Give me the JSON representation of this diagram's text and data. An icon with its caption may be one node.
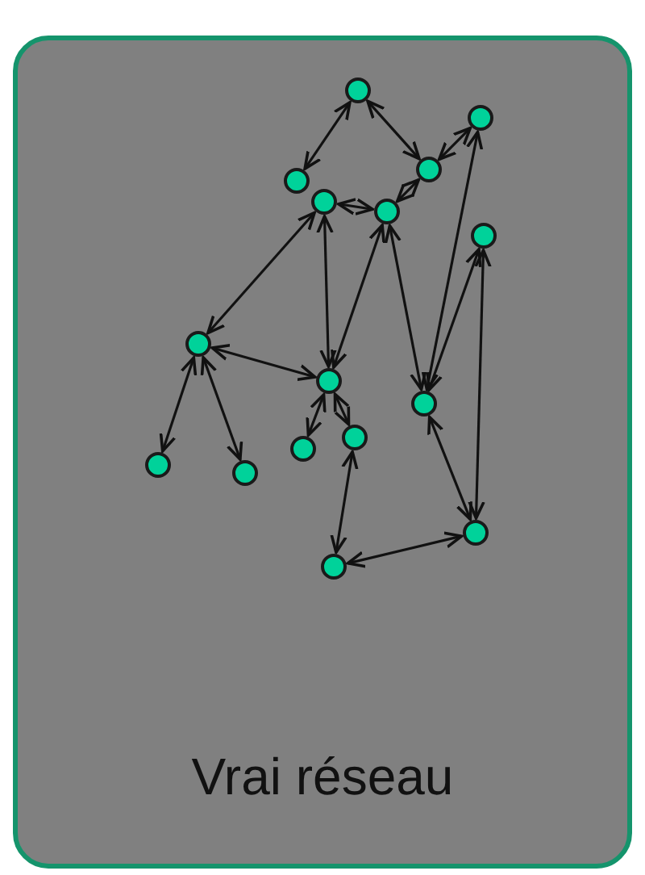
{
  "diagram": {
    "nodes": [
      {
        "text": [
          "Vrai réseau"
        ]
      },
      {
        "text": [],
        "shape": "circle",
        "in": 0
      },
      {
        "text": [],
        "shape": "circle",
        "in": 0
      },
      {
        "text": [],
        "shape": "circle",
        "in": 0
      },
      {
        "text": [],
        "shape": "circle",
        "in": 0
      },
      {
        "text": [],
        "shape": "circle",
        "in": 0
      },
      {
        "text": [],
        "shape": "circle",
        "in": 0
      },
      {
        "text": [],
        "shape": "circle",
        "in": 0
      },
      {
        "text": [],
        "shape": "circle",
        "in": 0
      },
      {
        "text": [],
        "shape": "circle",
        "in": 0
      },
      {
        "text": [],
        "shape": "circle",
        "in": 0
      },
      {
        "text": [],
        "shape": "circle",
        "in": 0
      },
      {
        "text": [],
        "shape": "circle",
        "in": 0
      },
      {
        "text": [],
        "shape": "circle",
        "in": 0
      },
      {
        "text": [],
        "shape": "circle",
        "in": 0
      },
      {
        "text": [],
        "shape": "circle",
        "in": 0
      },
      {
        "text": [],
        "shape": "circle",
        "in": 0
      }
    ],
    "edges": [
      {
        "from": 1,
        "to": 3,
        "arrow": "both"
      },
      {
        "from": 1,
        "to": 4,
        "arrow": "both"
      },
      {
        "from": 4,
        "to": 2,
        "arrow": "both"
      },
      {
        "from": 5,
        "to": 6,
        "arrow": "both"
      },
      {
        "from": 6,
        "to": 4,
        "arrow": "both"
      },
      {
        "from": 5,
        "to": 8,
        "arrow": "both"
      },
      {
        "from": 5,
        "to": 9,
        "arrow": "both"
      },
      {
        "from": 6,
        "to": 9,
        "arrow": "both"
      },
      {
        "from": 6,
        "to": 10,
        "arrow": "both"
      },
      {
        "from": 2,
        "to": 10,
        "arrow": "both"
      },
      {
        "from": 7,
        "to": 10,
        "arrow": "both"
      },
      {
        "from": 7,
        "to": 15,
        "arrow": "both"
      },
      {
        "from": 8,
        "to": 9,
        "arrow": "both"
      },
      {
        "from": 8,
        "to": 11,
        "arrow": "both"
      },
      {
        "from": 8,
        "to": 12,
        "arrow": "both"
      },
      {
        "from": 9,
        "to": 13,
        "arrow": "both"
      },
      {
        "from": 9,
        "to": 14,
        "arrow": "both"
      },
      {
        "from": 10,
        "to": 15,
        "arrow": "both"
      },
      {
        "from": 14,
        "to": 16,
        "arrow": "both"
      },
      {
        "from": 16,
        "to": 15,
        "arrow": "both"
      }
    ]
  }
}
